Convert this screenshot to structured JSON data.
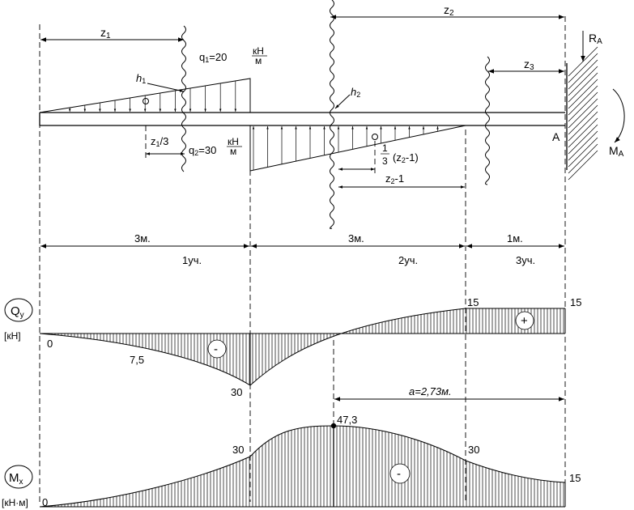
{
  "beam": {
    "z1": "z",
    "z1_sub": "1",
    "z2": "z",
    "z2_sub": "2",
    "z3": "z",
    "z3_sub": "3",
    "h1": "h",
    "h1_sub": "1",
    "h2": "h",
    "h2_sub": "2",
    "ra": "R",
    "ra_sub": "A",
    "ma": "M",
    "ma_sub": "A",
    "support": "A",
    "q1_prefix": "q",
    "q1_sub": "1",
    "q1_value": "=20",
    "q2_prefix": "q",
    "q2_sub": "2",
    "q2_value": "=30",
    "unit_num": "кН",
    "unit_den": "м",
    "z1_third": "/3",
    "frac_num": "1",
    "frac_den": "3",
    "z2m1_paren": "(z",
    "z2m1_sub": "2",
    "z2m1_rest": "-1)",
    "z2m1_label": "-1"
  },
  "segments": [
    {
      "length": "3м.",
      "name": "1уч."
    },
    {
      "length": "3м.",
      "name": "2уч."
    },
    {
      "length": "1м.",
      "name": "3уч."
    }
  ],
  "shear": {
    "symbol": "Q",
    "symbol_sub": "y",
    "unit": "[кН]",
    "v0": "0",
    "v_mid": "7,5",
    "v_min": "30",
    "v_15a": "15",
    "v_15b": "15",
    "sign_neg": "-",
    "sign_pos": "+",
    "a_label": "a=2,73м."
  },
  "moment": {
    "symbol": "M",
    "symbol_sub": "x",
    "unit": "[кН·м]",
    "v0": "0",
    "v30a": "30",
    "v_max": "47,3",
    "v30b": "30",
    "v15": "15",
    "sign_neg": "-"
  }
}
